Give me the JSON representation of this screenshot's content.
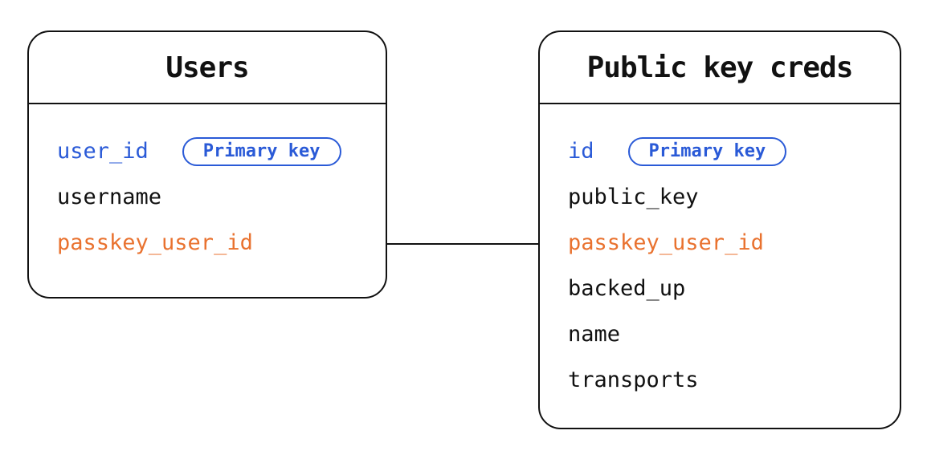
{
  "colors": {
    "background": "#ffffff",
    "stroke": "#111111",
    "field_text": "#111111",
    "primary_key": "#2a5ad7",
    "relation_field": "#e9722f"
  },
  "tables": [
    {
      "name": "Users",
      "fields": [
        {
          "name": "user_id",
          "badge": "Primary key"
        },
        {
          "name": "username"
        },
        {
          "name": "passkey_user_id"
        }
      ]
    },
    {
      "name": "Public key creds",
      "fields": [
        {
          "name": "id",
          "badge": "Primary key"
        },
        {
          "name": "public_key"
        },
        {
          "name": "passkey_user_id"
        },
        {
          "name": "backed_up"
        },
        {
          "name": "name"
        },
        {
          "name": "transports"
        }
      ]
    }
  ],
  "relation": {
    "from_table": "Users",
    "from_field": "passkey_user_id",
    "to_table": "Public key creds",
    "to_field": "passkey_user_id"
  }
}
